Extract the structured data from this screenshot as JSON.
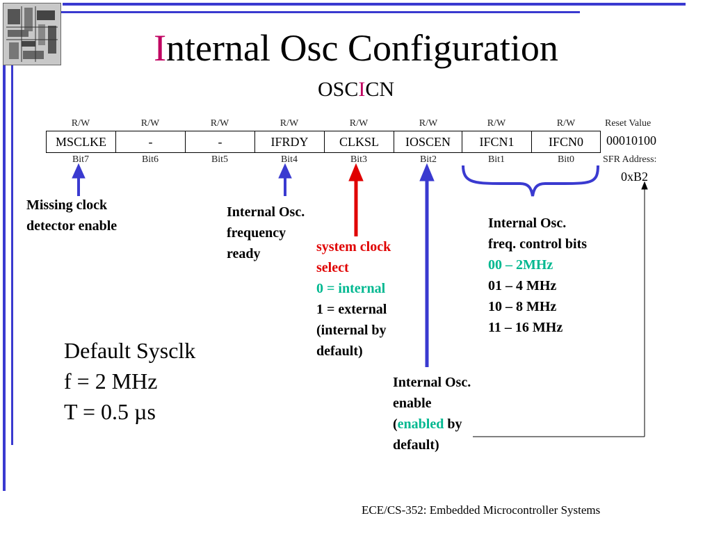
{
  "title": {
    "first_letter": "I",
    "rest": "nternal Osc Configuration"
  },
  "subtitle": {
    "before": "OSC",
    "highlight": "I",
    "after": "CN"
  },
  "register": {
    "access": [
      "R/W",
      "R/W",
      "R/W",
      "R/W",
      "R/W",
      "R/W",
      "R/W",
      "R/W"
    ],
    "fields": [
      "MSCLKE",
      "-",
      "-",
      "IFRDY",
      "CLKSL",
      "IOSCEN",
      "IFCN1",
      "IFCN0"
    ],
    "bits": [
      "Bit7",
      "Bit6",
      "Bit5",
      "Bit4",
      "Bit3",
      "Bit2",
      "Bit1",
      "Bit0"
    ],
    "reset_label": "Reset Value",
    "reset_value": "00010100",
    "sfr_label": "SFR Address:",
    "sfr_value": "0xB2"
  },
  "annotations": {
    "msclke": {
      "line1": "Missing clock",
      "line2": "detector enable"
    },
    "ifrdy": {
      "line1": "Internal Osc.",
      "line2": "frequency",
      "line3": "ready"
    },
    "clksl": {
      "line1": "system clock",
      "line2": "select",
      "line3": "0 = internal",
      "line4": "1 = external",
      "line5": "(internal by",
      "line6": "default)"
    },
    "ioscen": {
      "line1": "Internal Osc.",
      "line2": "enable",
      "line3_open": "(",
      "line3_green": "enabled",
      "line3_rest": " by",
      "line4": "default)"
    },
    "ifcn": {
      "line1": "Internal Osc.",
      "line2": "freq. control bits",
      "opt0": "00 – 2MHz",
      "opt1": "01 – 4 MHz",
      "opt2": "10 – 8 MHz",
      "opt3": "11 – 16 MHz"
    }
  },
  "default_block": {
    "line1": "Default Sysclk",
    "line2": "f = 2 MHz",
    "line3": "T = 0.5 µs"
  },
  "footer": "ECE/CS-352: Embedded Microcontroller Systems",
  "colors": {
    "frame": "#3a3ad0",
    "accent": "#c00060",
    "arrow_blue": "#3a3ad0",
    "arrow_red": "#e00000",
    "green": "#00b890"
  }
}
